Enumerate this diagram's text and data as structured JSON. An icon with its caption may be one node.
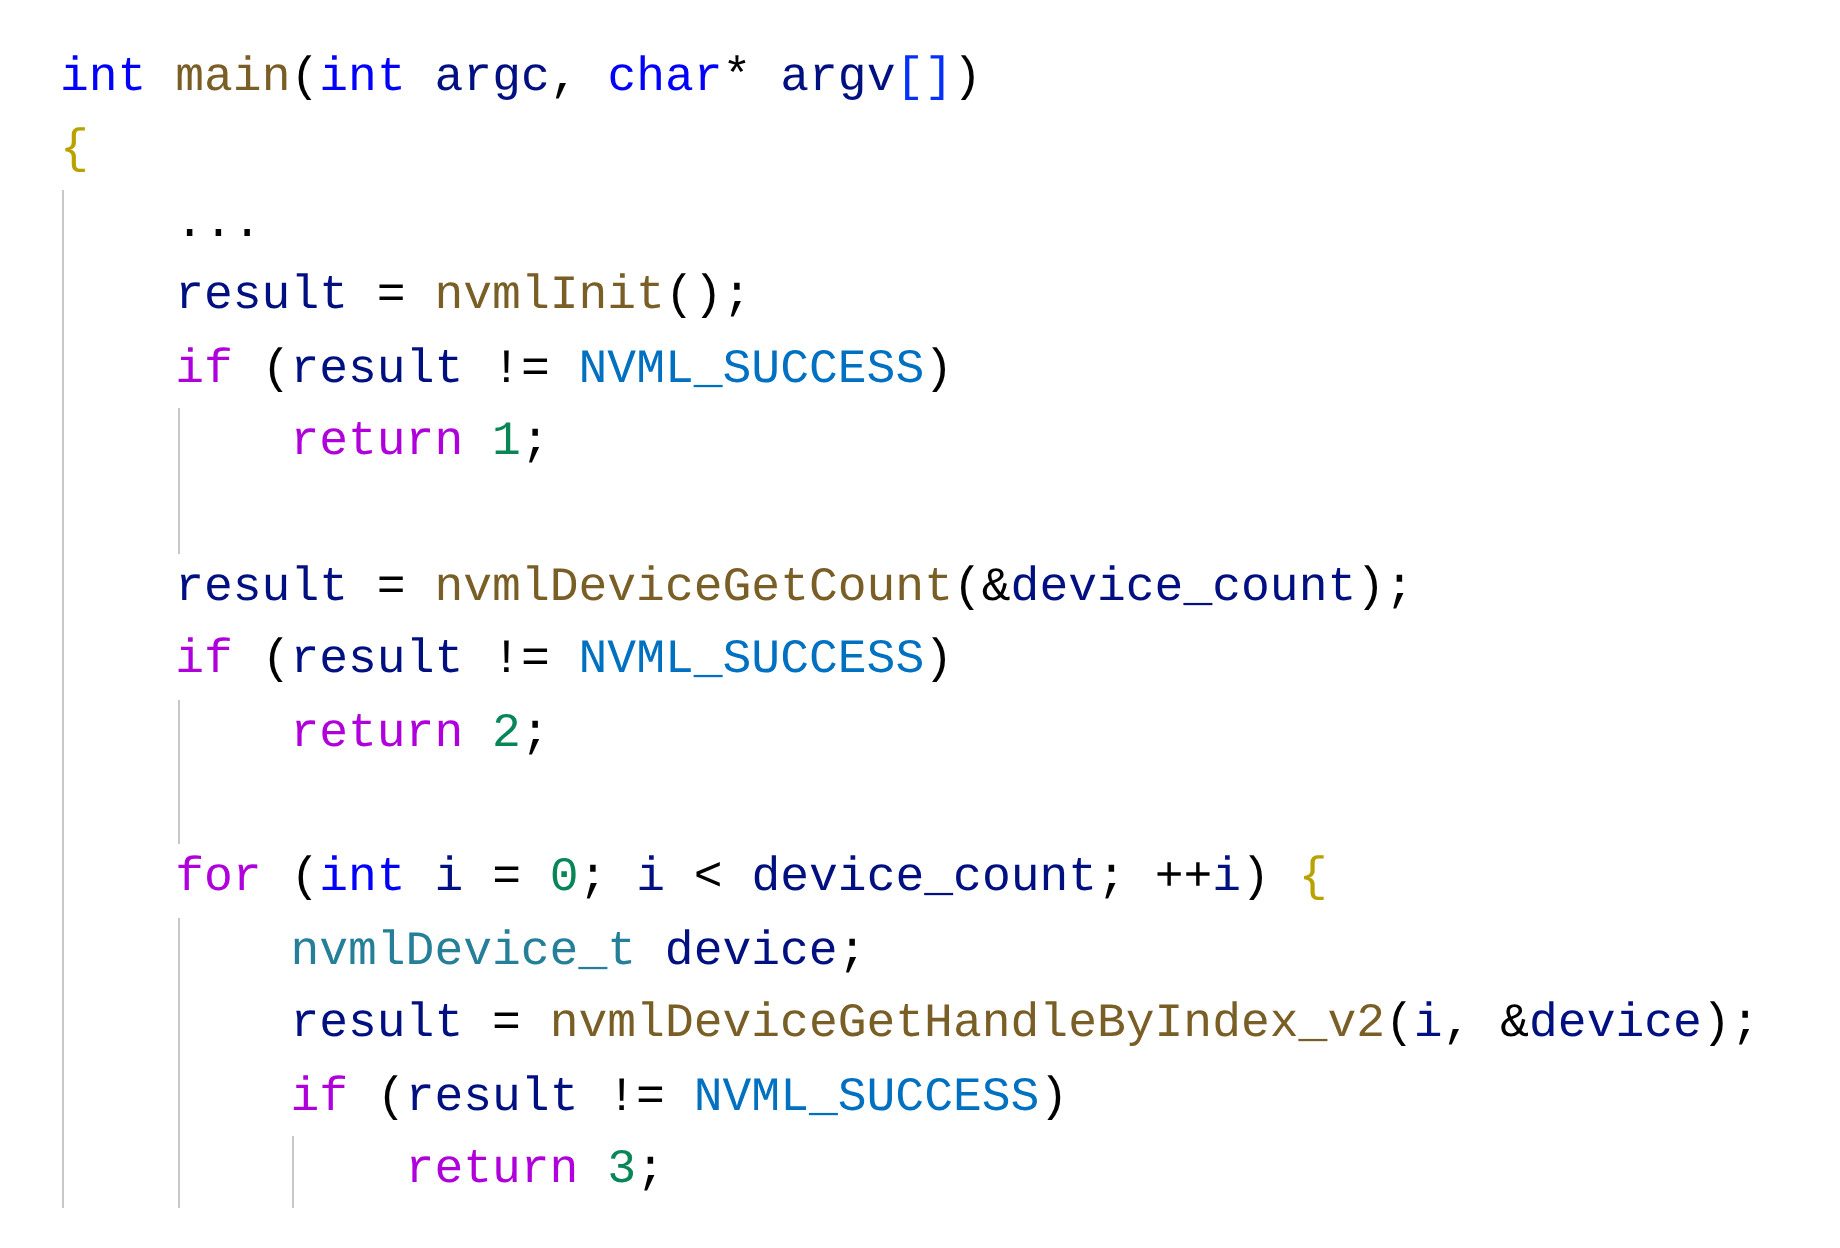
{
  "diagram": {
    "labels": [
      "int main(int argc, char* argv[])",
      "{",
      "    ...",
      "    result = nvmlInit();",
      "    if (result != NVML_SUCCESS)",
      "        return 1;",
      "    result = nvmlDeviceGetCount(&device_count);",
      "    if (result != NVML_SUCCESS)",
      "        return 2;",
      "    for (int i = 0; i < device_count; ++i) {",
      "        nvmlDevice_t device;",
      "        result = nvmlDeviceGetHandleByIndex_v2(i, &device);",
      "        if (result != NVML_SUCCESS)",
      "            return 3;"
    ]
  }
}
